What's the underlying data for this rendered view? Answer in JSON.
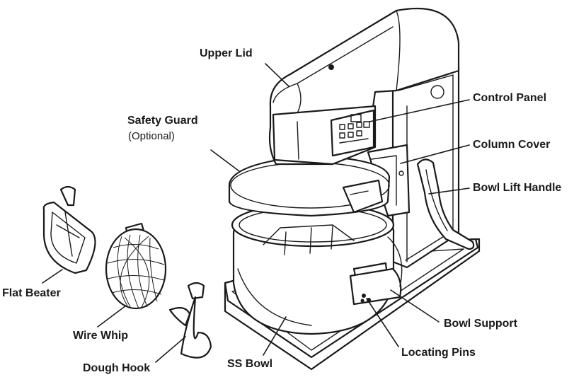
{
  "labels": {
    "upper_lid": "Upper Lid",
    "control_panel": "Control Panel",
    "safety_guard": "Safety Guard",
    "safety_guard_note": "(Optional)",
    "column_cover": "Column Cover",
    "bowl_lift_handle": "Bowl Lift Handle",
    "flat_beater": "Flat Beater",
    "wire_whip": "Wire Whip",
    "dough_hook": "Dough Hook",
    "ss_bowl": "SS Bowl",
    "bowl_support": "Bowl Support",
    "locating_pins": "Locating Pins"
  },
  "colors": {
    "line": "#1a1a1a",
    "background": "#ffffff"
  }
}
